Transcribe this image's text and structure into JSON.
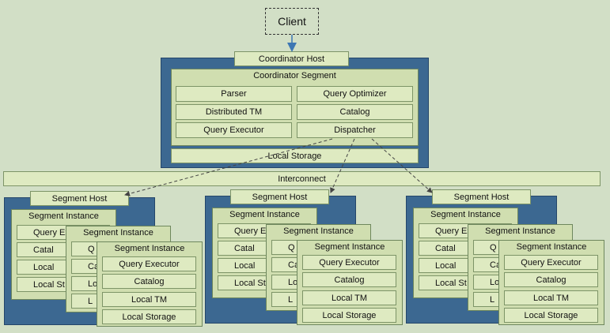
{
  "client": "Client",
  "coordinator": {
    "host_label": "Coordinator Host",
    "segment_label": "Coordinator Segment",
    "components": [
      "Parser",
      "Query Optimizer",
      "Distributed TM",
      "Catalog",
      "Query Executor",
      "Dispatcher"
    ],
    "local_storage": "Local Storage"
  },
  "interconnect": "Interconnect",
  "segment_host": {
    "host_label": "Segment Host",
    "instance_label": "Segment Instance",
    "components": [
      "Query Executor",
      "Catalog",
      "Local TM",
      "Local Storage"
    ],
    "clipped_back": [
      "Query Ex",
      "Catal",
      "Local",
      "Local St"
    ],
    "clipped_middle": [
      "Q",
      "Ca",
      "Lo",
      "L"
    ]
  },
  "colors": {
    "background": "#d2dfc6",
    "panel": "#3c6891",
    "box": "#deeac1",
    "frame": "#d0deb0"
  }
}
